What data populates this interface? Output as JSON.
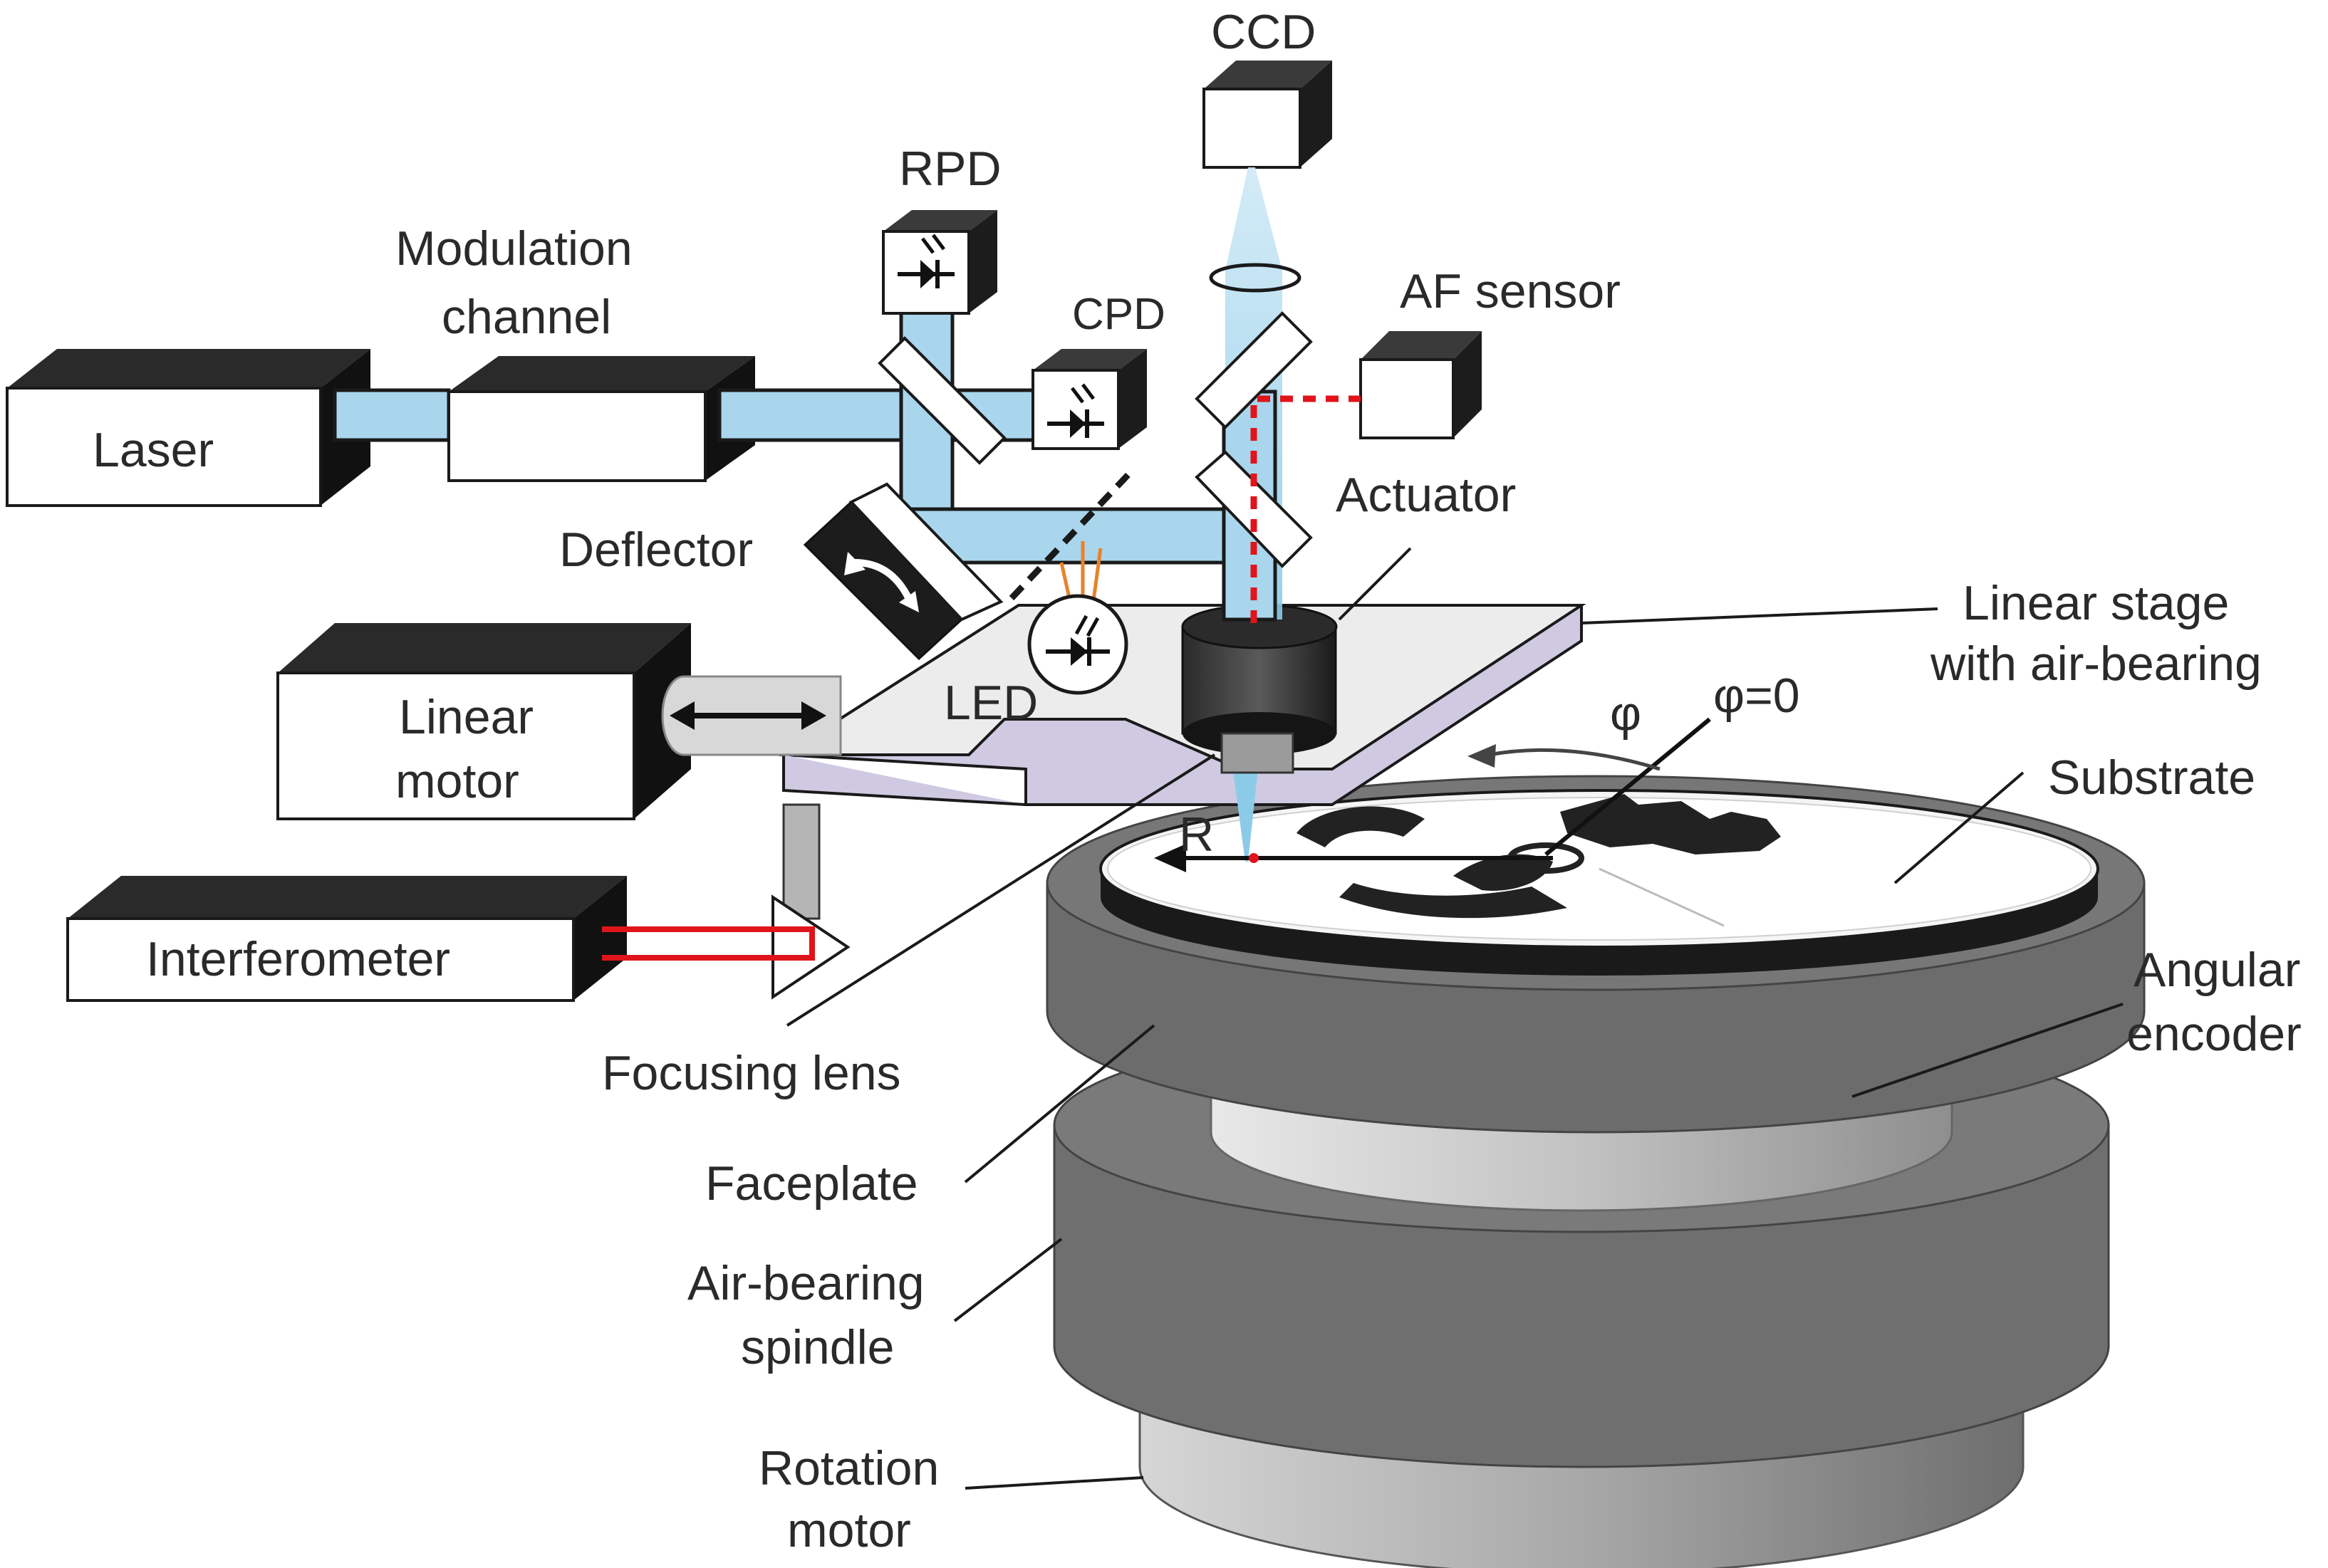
{
  "labels": {
    "ccd": "CCD",
    "rpd": "RPD",
    "modulation_channel_line1": "Modulation",
    "modulation_channel_line2": "channel",
    "cpd": "CPD",
    "af_sensor": "AF sensor",
    "laser": "Laser",
    "actuator": "Actuator",
    "deflector": "Deflector",
    "linear_stage_line1": "Linear stage",
    "linear_stage_line2": "with air-bearing",
    "linear_motor_line1": "Linear",
    "linear_motor_line2": "motor",
    "led": "LED",
    "phi": "φ",
    "phi_zero": "φ=0",
    "substrate": "Substrate",
    "r": "R",
    "interferometer": "Interferometer",
    "angular_encoder_line1": "Angular",
    "angular_encoder_line2": "encoder",
    "focusing_lens": "Focusing lens",
    "faceplate": "Faceplate",
    "air_bearing_spindle_line1": "Air-bearing",
    "air_bearing_spindle_line2": "spindle",
    "rotation_motor_line1": "Rotation",
    "rotation_motor_line2": "motor"
  },
  "icons": {
    "photodiode": "photodiode-icon",
    "led": "led-icon",
    "deflector_arrow": "curved-double-arrow-icon",
    "motor_arrow": "double-arrow-icon"
  },
  "colors": {
    "beam": "#a9d6ec",
    "stage_top": "#ececec",
    "stage_side": "#cfc9e2",
    "red": "#e0141b",
    "orange": "#e8822a",
    "spindle": "#6e6e6e",
    "encoder": "#cfcfcf"
  }
}
